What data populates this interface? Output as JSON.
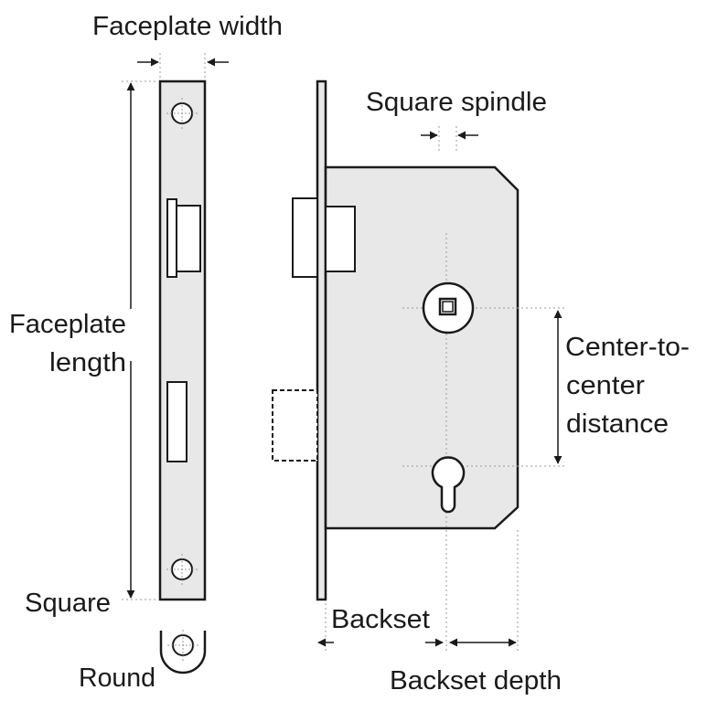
{
  "labels": {
    "faceplate_width": "Faceplate width",
    "square_spindle": "Square spindle",
    "faceplate_length_1": "Faceplate",
    "faceplate_length_2": "length",
    "center_1": "Center-to-",
    "center_2": "center",
    "center_3": "distance",
    "square": "Square",
    "round": "Round",
    "backset": "Backset",
    "backset_depth": "Backset depth"
  },
  "colors": {
    "outline": "#1a1a1a",
    "lock_fill": "#e8e8e8",
    "guide": "#9a9a9a",
    "text": "#1a1a1a"
  }
}
